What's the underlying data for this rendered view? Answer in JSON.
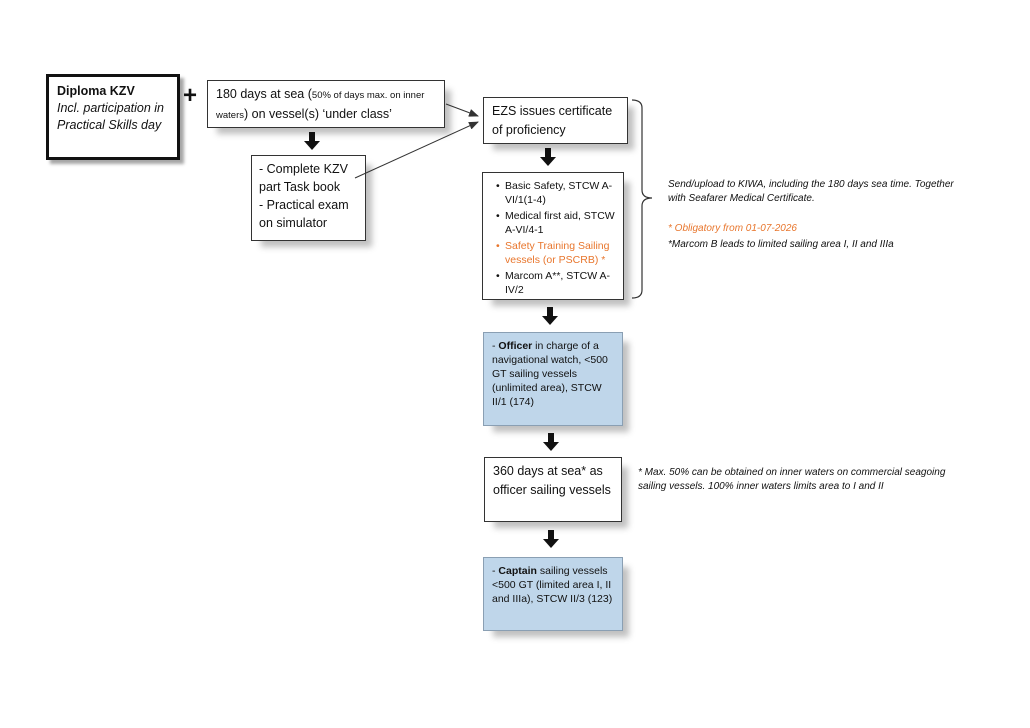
{
  "diploma": {
    "title": "Diploma KZV",
    "subtitle": "Incl. participation in Practical Skills day"
  },
  "plus_sign": "+",
  "sea_days_box": {
    "main": "180 days at sea (",
    "small": "50% of days max. on inner waters",
    "tail": ") on vessel(s) ‘under class’"
  },
  "task_box": {
    "line1": "- Complete KZV part Task book",
    "line2": "- Practical exam on simulator"
  },
  "ezs_box": {
    "text": "EZS issues certificate of proficiency"
  },
  "certificates": [
    {
      "text": "Basic Safety, STCW A-VI/1(1-4)",
      "color": "#111111"
    },
    {
      "text": "Medical first aid, STCW A-VI/4-1",
      "color": "#111111"
    },
    {
      "text": "Safety Training Sailing vessels (or PSCRB) *",
      "color": "#e8762d"
    },
    {
      "text": "Marcom A**, STCW A-IV/2",
      "color": "#111111"
    }
  ],
  "side_notes": {
    "kiwa": "Send/upload to KIWA, including the 180 days sea time. Together with Seafarer Medical Certificate.",
    "obligatory": "* Obligatory from 01-07-2026",
    "marcom": "*Marcom B leads to limited sailing area I, II and IIIa"
  },
  "officer_box": {
    "dash": "-",
    "bold": "Officer",
    "rest": " in charge of a navigational watch, <500 GT  sailing vessels (unlimited area), STCW II/1 (174)"
  },
  "days360_box": {
    "text": "360 days at sea* as officer sailing vessels"
  },
  "inner_waters_note": "* Max. 50% can be obtained on inner waters on commercial seagoing sailing vessels. 100% inner waters limits area to I and II",
  "captain_box": {
    "dash": "-",
    "bold": "Captain",
    "rest": " sailing vessels <500 GT (limited area I, II and IIIa), STCW II/3 (123)"
  },
  "colors": {
    "accent_orange": "#e8762d",
    "box_blue": "#bfd6ea"
  }
}
